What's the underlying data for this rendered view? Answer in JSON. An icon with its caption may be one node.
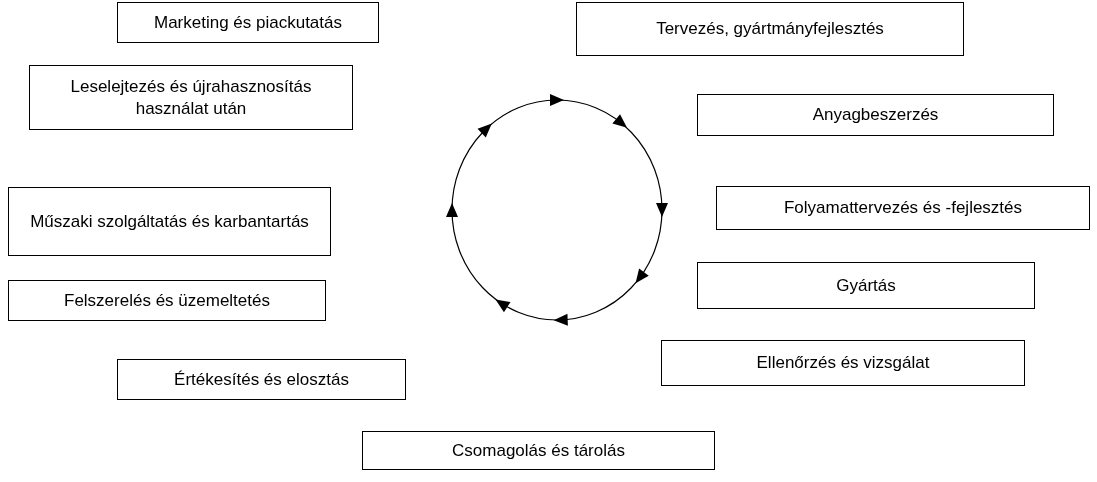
{
  "diagram": {
    "nodes": [
      {
        "text": [
          "Marketing és piackutatás"
        ]
      },
      {
        "text": [
          "Tervezés, gyártmányfejlesztés"
        ]
      },
      {
        "text": [
          "Leselejtezés és újrahasznosítás használat után"
        ]
      },
      {
        "text": [
          "Anyagbeszerzés"
        ]
      },
      {
        "text": [
          "Műszaki szolgáltatás és karbantartás"
        ]
      },
      {
        "text": [
          "Folyamattervezés és -fejlesztés"
        ]
      },
      {
        "text": [
          "Gyártás"
        ]
      },
      {
        "text": [
          "Felszerelés és üzemeltetés"
        ]
      },
      {
        "text": [
          "Ellenőrzés és vizsgálat"
        ]
      },
      {
        "text": [
          "Értékesítés és elosztás"
        ]
      },
      {
        "text": [
          "Csomagolás és tárolás"
        ]
      }
    ]
  }
}
